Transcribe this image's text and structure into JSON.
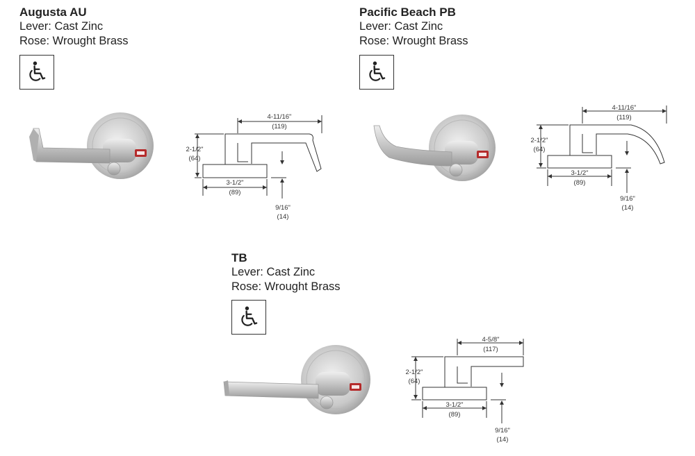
{
  "products": [
    {
      "name": "Augusta AU",
      "lever": "Lever:  Cast Zinc",
      "rose": "Rose:  Wrought Brass",
      "icon": "wheelchair-accessible-icon",
      "dims": {
        "length": "4-11/16\"",
        "length_mm": "(119)",
        "height": "2-1/2\"",
        "height_mm": "(64)",
        "rose_dia": "3-1/2\"",
        "rose_dia_mm": "(89)",
        "rose_thick": "9/16\"",
        "rose_thick_mm": "(14)"
      }
    },
    {
      "name": "Pacific Beach PB",
      "lever": "Lever:  Cast Zinc",
      "rose": "Rose:  Wrought Brass",
      "icon": "wheelchair-accessible-icon",
      "dims": {
        "length": "4-11/16\"",
        "length_mm": "(119)",
        "height": "2-1/2\"",
        "height_mm": "(64)",
        "rose_dia": "3-1/2\"",
        "rose_dia_mm": "(89)",
        "rose_thick": "9/16\"",
        "rose_thick_mm": "(14)"
      }
    },
    {
      "name": "TB",
      "lever": "Lever:  Cast Zinc",
      "rose": "Rose:  Wrought Brass",
      "icon": "wheelchair-accessible-icon",
      "dims": {
        "length": "4-5/8\"",
        "length_mm": "(117)",
        "height": "2-1/2\"",
        "height_mm": "(64)",
        "rose_dia": "3-1/2\"",
        "rose_dia_mm": "(89)",
        "rose_thick": "9/16\"",
        "rose_thick_mm": "(14)"
      }
    }
  ]
}
